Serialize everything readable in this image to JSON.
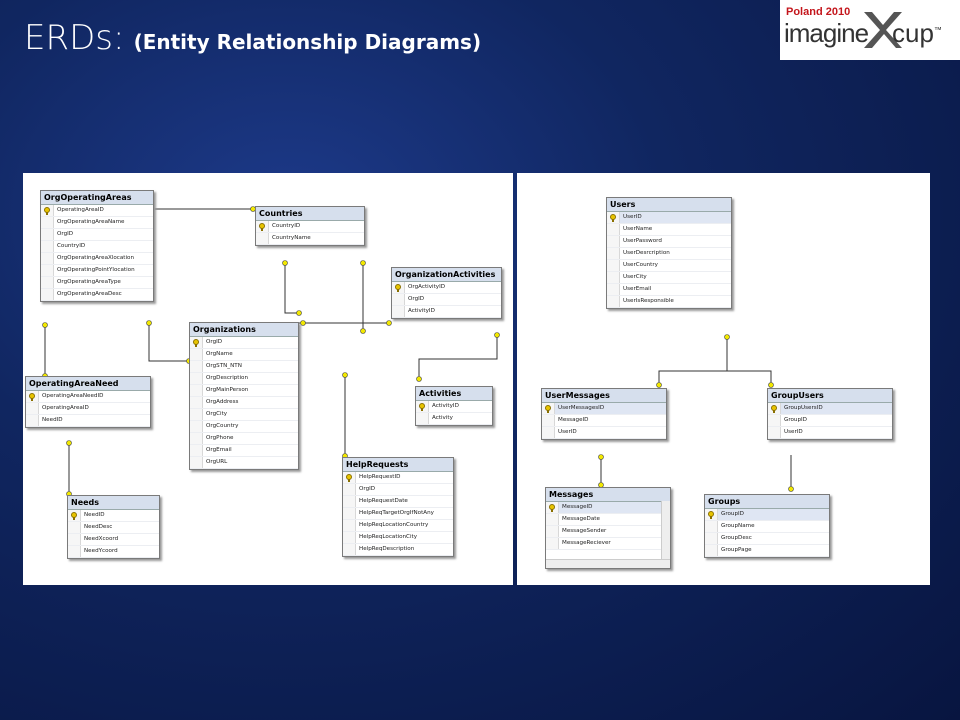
{
  "title": {
    "main": "ERDs:",
    "sub": "(Entity Relationship Diagrams)"
  },
  "logo": {
    "line1": "Poland 2010",
    "word1": "imagine",
    "word2": "cup",
    "tm": "™"
  },
  "entities": [
    {
      "name": "OrgOperatingAreas",
      "fields": [
        "OperatingAreaID",
        "OrgOperatingAreaName",
        "OrgID",
        "CountryID",
        "OrgOperatingAreaXlocation",
        "OrgOperatingPointYlocation",
        "OrgOperatingAreaType",
        "OrgOperatingAreaDesc"
      ]
    },
    {
      "name": "Countries",
      "fields": [
        "CountryID",
        "CountryName"
      ]
    },
    {
      "name": "OrganizationActivities",
      "fields": [
        "OrgActivityID",
        "OrgID",
        "ActivityID"
      ]
    },
    {
      "name": "Organizations",
      "fields": [
        "OrgID",
        "OrgName",
        "OrgSTN_NTN",
        "OrgDescription",
        "OrgMainPerson",
        "OrgAddress",
        "OrgCity",
        "OrgCountry",
        "OrgPhone",
        "OrgEmail",
        "OrgURL"
      ]
    },
    {
      "name": "OperatingAreaNeed",
      "fields": [
        "OperatingAreaNeedID",
        "OperatingAreaID",
        "NeedID"
      ]
    },
    {
      "name": "Activities",
      "fields": [
        "ActivityID",
        "Activity"
      ]
    },
    {
      "name": "HelpRequests",
      "fields": [
        "HelpRequestID",
        "OrgID",
        "HelpRequestDate",
        "HelpReqTargetOrgIfNotAny",
        "HelpReqLocationCountry",
        "HelpReqLocationCity",
        "HelpReqDescription"
      ]
    },
    {
      "name": "Needs",
      "fields": [
        "NeedID",
        "NeedDesc",
        "NeedXcoord",
        "NeedYcoord"
      ]
    },
    {
      "name": "Users",
      "fields": [
        "UserID",
        "UserName",
        "UserPassword",
        "UserDesrcription",
        "UserCountry",
        "UserCity",
        "UserEmail",
        "UserIsResponsible"
      ]
    },
    {
      "name": "UserMessages",
      "fields": [
        "UserMessagesID",
        "MessageID",
        "UserID"
      ]
    },
    {
      "name": "GroupUsers",
      "fields": [
        "GroupUsersID",
        "GroupID",
        "UserID"
      ]
    },
    {
      "name": "Messages",
      "fields": [
        "MessageID",
        "MessageDate",
        "MessageSender",
        "MessageReciever"
      ]
    },
    {
      "name": "Groups",
      "fields": [
        "GroupID",
        "GroupName",
        "GroupDesc",
        "GroupPage"
      ]
    }
  ]
}
